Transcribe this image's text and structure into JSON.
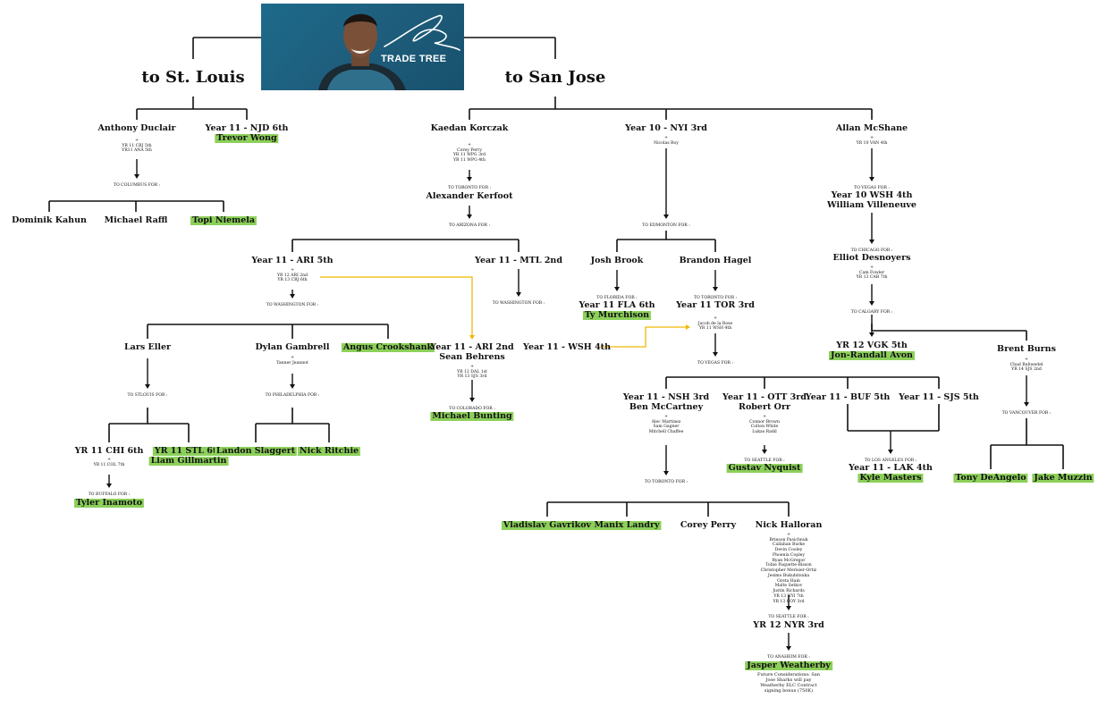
{
  "banner": {
    "title": "TRADE TREE",
    "player_icon": "player-photo",
    "signature_icon": "signature-icon"
  },
  "branches": {
    "st_louis": "to St. Louis",
    "san_jose": "to San Jose"
  },
  "names": {
    "duclair": "Anthony Duclair",
    "njd6": "Year 11 - NJD 6th",
    "wong": "Trevor Wong",
    "kahun": "Dominik Kahun",
    "raffl": "Michael Raffl",
    "niemela": "Topi Niemela",
    "korczak": "Kaedan Korczak",
    "kerfoot": "Alexander Kerfoot",
    "ari5": "Year 11 - ARI 5th",
    "mtl2": "Year 11 - MTL 2nd",
    "eller": "Lars Eller",
    "gambrell": "Dylan Gambrell",
    "crookshank": "Angus Crookshank",
    "ari2": "Year 11 - ARI 2nd",
    "behrens": "Sean Behrens",
    "wsh4": "Year 11 - WSH 4th",
    "bunting": "Michael Bunting",
    "chi6": "YR 11 CHI 6th",
    "stl6": "YR 11 STL 6th",
    "gillmartin": "Liam Gillmartin",
    "slaggert": "Landon Slaggert",
    "ritchie": "Nick Ritchie",
    "inamoto": "Tyler Inamoto",
    "nyi3": "Year 10 - NYI 3rd",
    "brook": "Josh Brook",
    "hagel": "Brandon Hagel",
    "fla6": "Year 11 FLA 6th",
    "murchison": "Ty Murchison",
    "tor3": "Year 11 TOR 3rd",
    "nsh3": "Year 11 - NSH 3rd",
    "mccartney": "Ben McCartney",
    "ott3": "Year 11 - OTT 3rd",
    "orr": "Robert Orr",
    "buf5": "Year 11 - BUF 5th",
    "sjs5": "Year 11 - SJS 5th",
    "nyquist": "Gustav Nyquist",
    "lak4": "Year 11 - LAK 4th",
    "masters": "Kyle Masters",
    "gavrikov": "Vladislav Gavrikov",
    "landry": "Manix Landry",
    "perry": "Corey Perry",
    "halloran": "Nick Halloran",
    "nyr3": "YR 12 NYR 3rd",
    "weatherby": "Jasper Weatherby",
    "mcshane": "Allan McShane",
    "wsh4b": "Year 10 WSH 4th",
    "villeneuve": "William Villeneuve",
    "desnoyers": "Elliot Desnoyers",
    "vgk5": "YR 12 VGK 5th",
    "avon": "Jon-Randall Avon",
    "burns": "Brent Burns",
    "deangelo": "Tony DeAngelo",
    "muzzin": "Jake Muzzin"
  },
  "details": {
    "duclair": "+\nYR 11 CBJ 5th\nYR11 ANA 5th",
    "korczak": "+\nCorey Perry\nYR 11 WPG 3rd\nYR 11 WPG 4th",
    "ari5": "+\nYR 12 ARI 2nd\nYR 13 CBJ 6th",
    "gambrell": "+\nTanner Jeannot",
    "ari2": "+\nYR 12 DAL 1st\nYR 13 SJS 3rd",
    "chi6": "+\nYR 11 COL 7th",
    "nyi3": "+\nNicolas Roy",
    "tor3": "+\nJacob de la Rose\nYR 11 WSH 4th",
    "nsh3": "+\nAlec Martinez\nSam Gagner\nMitchell Chaffee",
    "ott3": "+\nConnor Brown\nColton White\nLukas Radil",
    "halloran": "+\nBrinson Pasichnuk\nCallahan Burke\nDevin Cooley\nPhoenix Copley\nRyan McGregor\nTobie Paquette-Bisson\nChristopher Merisier-Ortiz\nJesimo Bukubitsuka\nGreta Hain\nMalte Setkov\nJustin Richards\nYR 13 NYI 7th\nYR 13 COY 3rd",
    "mcshane": "+\nYR 10 VAN 4th",
    "desnoyers": "+\nCam Fowler\nYR 13 CAR 7th",
    "burns": "+\nChad Ruhwedel\nYR 14 SJS 2nd"
  },
  "trades": {
    "columbus": "TO COLUMBUS FOR :",
    "toronto1": "TO TORONTO FOR :",
    "arizona": "TO ARIZONA FOR :",
    "washington1": "TO WASHINGTON FOR :",
    "washington2": "TO WASHINGTON FOR :",
    "stlouis": "TO STLOUIS FOR :",
    "philadelphia": "TO PHILADELPHIA FOR :",
    "colorado": "TO COLORADO FOR :",
    "buffalo": "TO BUFFALO FOR :",
    "edmonton": "TO EDMONTON FOR :",
    "florida": "TO FLORIDA FOR :",
    "toronto2": "TO TORONTO FOR :",
    "vegas2": "TO VEGAS FOR :",
    "seattle1": "TO SEATTLE FOR :",
    "losangeles": "TO LOS ANGELES FOR :",
    "toronto3": "TO TORONTO FOR :",
    "seattle2": "TO SEATTLE FOR :",
    "anaheim": "TO ANAHEIM FOR :",
    "vegas1": "TO VEGAS FOR :",
    "chicago": "TO CHICAGO FOR :",
    "calgary": "TO CALGARY FOR :",
    "vancouver": "TO VANCOUVER FOR :"
  },
  "notes": {
    "weatherby": "Future Considerations: San\nJose Sharks will pay\nWeatherby ELC Contract\nsigning bonus (750K)"
  },
  "colors": {
    "highlight": "#8cd05a",
    "connector": "#f2b705",
    "banner": "#1f5f7e"
  }
}
